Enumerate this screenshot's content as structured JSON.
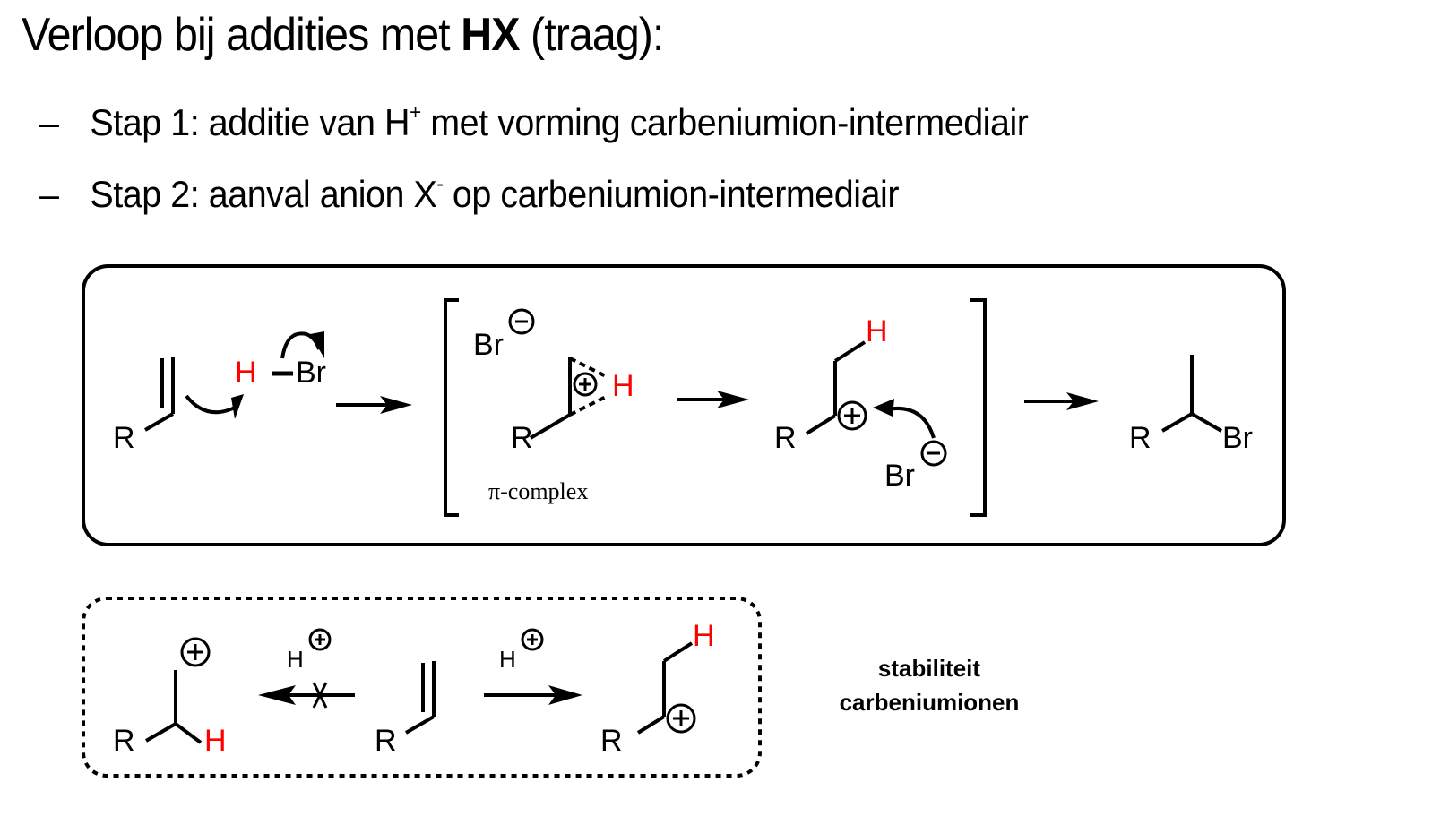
{
  "title": {
    "prefix": "Verloop bij addities met ",
    "bold": "HX",
    "suffix": " (traag):"
  },
  "bullets": [
    {
      "dash": "–",
      "text_before": "Stap 1: additie van H",
      "sup": "+",
      "text_after": " met vorming carbeniumion-intermediair"
    },
    {
      "dash": "–",
      "text_before": "Stap 2: aanval anion X",
      "sup": "-",
      "text_after": " op carbeniumion-intermediair"
    }
  ],
  "mechanism": {
    "reactant_R": "R",
    "hbr_H": "H",
    "hbr_bond": "–",
    "hbr_Br": "Br",
    "pi_complex_Br": "Br",
    "pi_complex_R": "R",
    "pi_complex_H": "H",
    "pi_complex_label": "π-complex",
    "carbocation_H": "H",
    "carbocation_R": "R",
    "carbocation_Br": "Br",
    "product_R": "R",
    "product_Br": "Br"
  },
  "stability": {
    "left_R": "R",
    "left_H": "H",
    "left_proton": "H",
    "middle_R": "R",
    "right_proton": "H",
    "right_H": "H",
    "right_R": "R",
    "label_line1": "stabiliteit",
    "label_line2": "carbeniumionen"
  },
  "colors": {
    "highlight": "#ff0000",
    "text": "#000000"
  }
}
